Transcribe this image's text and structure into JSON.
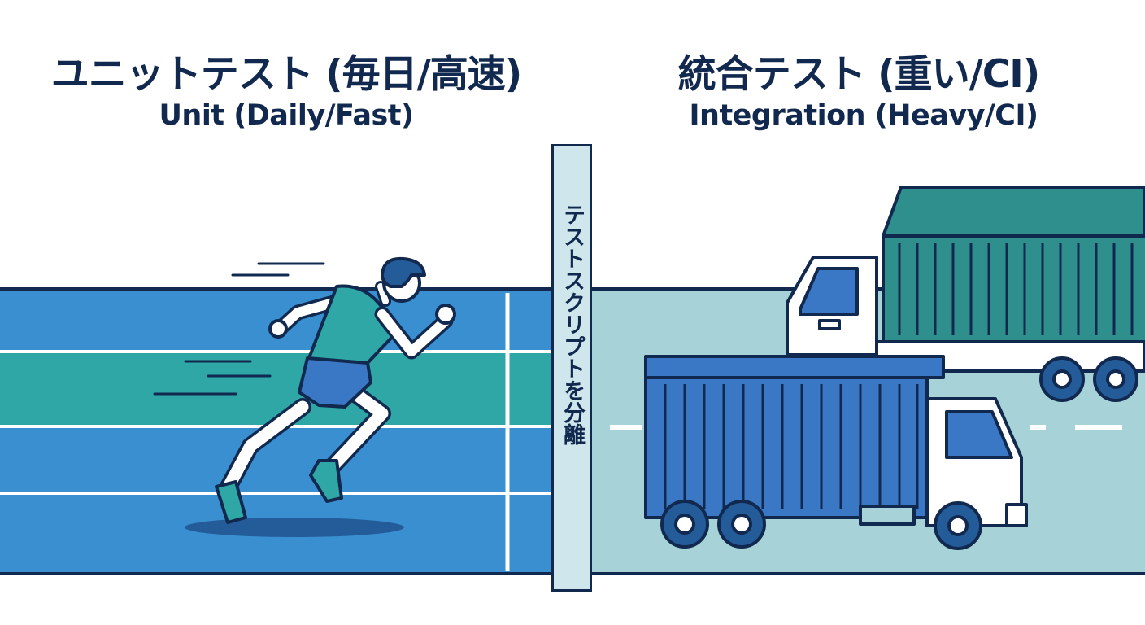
{
  "left_panel": {
    "title_jp": "ユニットテスト (毎日/高速)",
    "title_en": "Unit (Daily/Fast)"
  },
  "right_panel": {
    "title_jp": "統合テスト (重い/CI)",
    "title_en": "Integration (Heavy/CI)"
  },
  "divider": {
    "label": "テストスクリプトを分離"
  },
  "icons": [
    "runner-icon",
    "container-truck-icon",
    "container-truck-icon",
    "running-track-icon",
    "road-icon"
  ],
  "colors": {
    "navy": "#12294f",
    "track_blue": "#3a8fd0",
    "track_teal": "#2ea7a6",
    "road": "#a7d3d8",
    "container_teal": "#2e8f8c",
    "container_blue": "#3a78c6"
  }
}
